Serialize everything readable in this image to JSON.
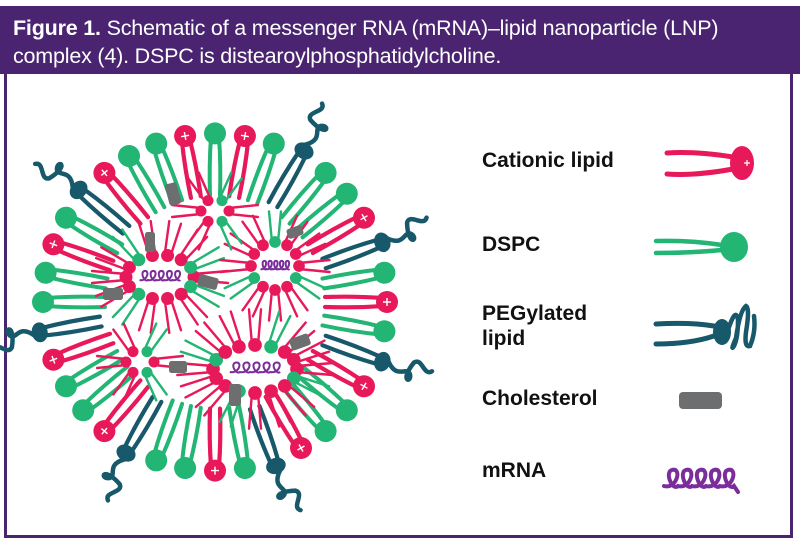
{
  "caption": {
    "label": "Figure 1.",
    "text": " Schematic of a messenger RNA (mRNA)–lipid nanoparticle (LNP) complex (4). DSPC is distearoylphosphatidylcholine."
  },
  "legend": {
    "items": [
      {
        "key": "cationic",
        "label": "Cationic lipid",
        "icon": "cationic-lipid-icon",
        "color": "#e8195a"
      },
      {
        "key": "dspc",
        "label": "DSPC",
        "icon": "dspc-lipid-icon",
        "color": "#22b573"
      },
      {
        "key": "peg",
        "label": "PEGylated lipid",
        "label_line1": "PEGylated",
        "label_line2": "lipid",
        "icon": "pegylated-lipid-icon",
        "color": "#17586b"
      },
      {
        "key": "cholesterol",
        "label": "Cholesterol",
        "icon": "cholesterol-icon",
        "color": "#6d6e70"
      },
      {
        "key": "mrna",
        "label": "mRNA",
        "icon": "mrna-icon",
        "color": "#7b2d9b"
      }
    ]
  },
  "colors": {
    "header_bg": "#4a2470",
    "cationic": "#e8195a",
    "dspc": "#22b573",
    "peg": "#17586b",
    "cholesterol": "#6d6e70",
    "mrna": "#7b2d9b"
  }
}
